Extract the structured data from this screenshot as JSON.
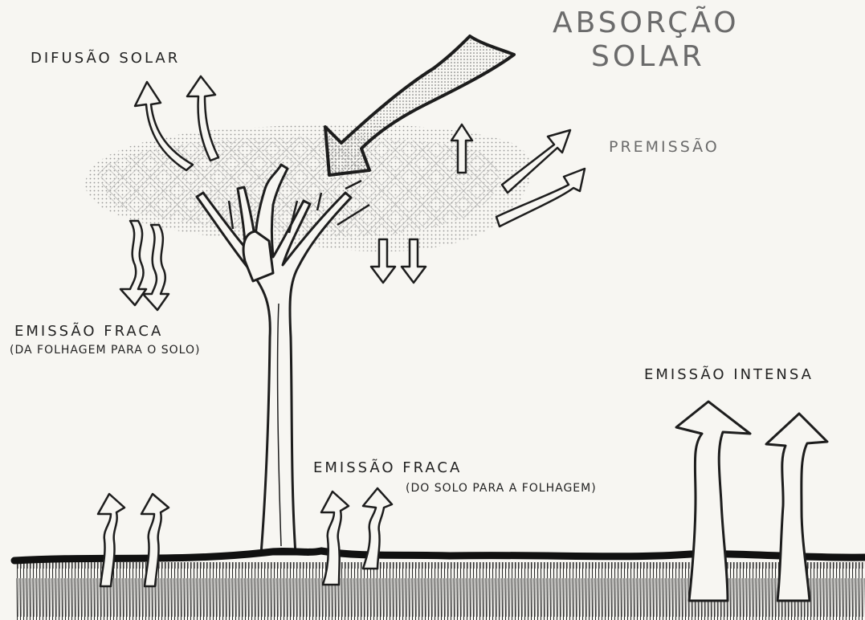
{
  "labels": {
    "absorcao_line1": "ABSORÇÃO",
    "absorcao_line2": "SOLAR",
    "difusao": "DIFUSÃO SOLAR",
    "premissao": "PREMISSÃO",
    "emissao_fraca_folhagem": "EMISSÃO FRACA",
    "emissao_fraca_folhagem_sub": "(DA FOLHAGEM PARA O SOLO)",
    "emissao_intensa": "EMISSÃO INTENSA",
    "emissao_fraca_solo": "EMISSÃO FRACA",
    "emissao_fraca_solo_sub": "(DO SOLO PARA A FOLHAGEM)"
  },
  "colors": {
    "ink": "#1d1d1d",
    "paper": "#f7f6f2",
    "label_gray": "#6b6b6b",
    "foliage_dots": "#777777"
  }
}
